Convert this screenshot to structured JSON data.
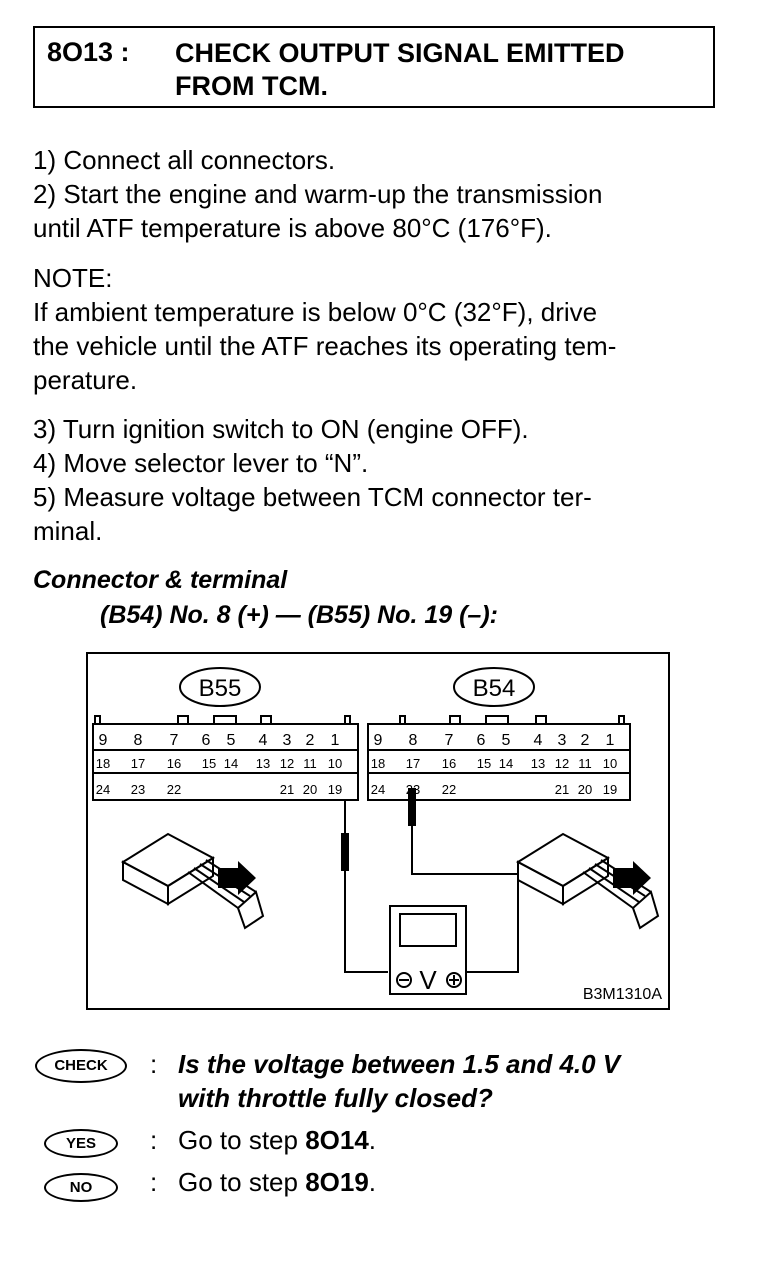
{
  "header": {
    "step_code": "8O13 :",
    "title_line1": "CHECK OUTPUT SIGNAL EMITTED",
    "title_line2": "FROM TCM."
  },
  "steps_a": [
    "1)  Connect all connectors.",
    "2)  Start the engine and warm-up the transmission",
    "until ATF temperature is above 80°C (176°F)."
  ],
  "note": {
    "label": "NOTE:",
    "lines": [
      "If ambient temperature is below 0°C (32°F), drive",
      "the vehicle until the ATF reaches its operating tem-",
      "perature."
    ]
  },
  "steps_b": [
    "3)  Turn ignition switch to ON (engine OFF).",
    "4)  Move selector lever to “N”.",
    "5)  Measure voltage between TCM connector ter-",
    "minal."
  ],
  "connector": {
    "label": "Connector & terminal",
    "spec": "(B54) No. 8 (+) — (B55) No. 19 (–):"
  },
  "diagram": {
    "left_connector": "B55",
    "right_connector": "B54",
    "row1": [
      "9",
      "8",
      "7",
      "6",
      "5",
      "4",
      "3",
      "2",
      "1"
    ],
    "row2": [
      "18",
      "17",
      "16",
      "15",
      "14",
      "13",
      "12",
      "11",
      "10"
    ],
    "row3": [
      "24",
      "23",
      "22",
      "21",
      "20",
      "19"
    ],
    "meter_symbol": "V",
    "figure_id": "B3M1310A"
  },
  "check": {
    "badge": "CHECK",
    "question_line1": "Is the voltage between 1.5 and 4.0 V",
    "question_line2": "with throttle fully closed?"
  },
  "yes": {
    "badge": "YES",
    "prefix": "Go to step ",
    "target": "8O14",
    "suffix": "."
  },
  "no": {
    "badge": "NO",
    "prefix": "Go to step ",
    "target": "8O19",
    "suffix": "."
  }
}
